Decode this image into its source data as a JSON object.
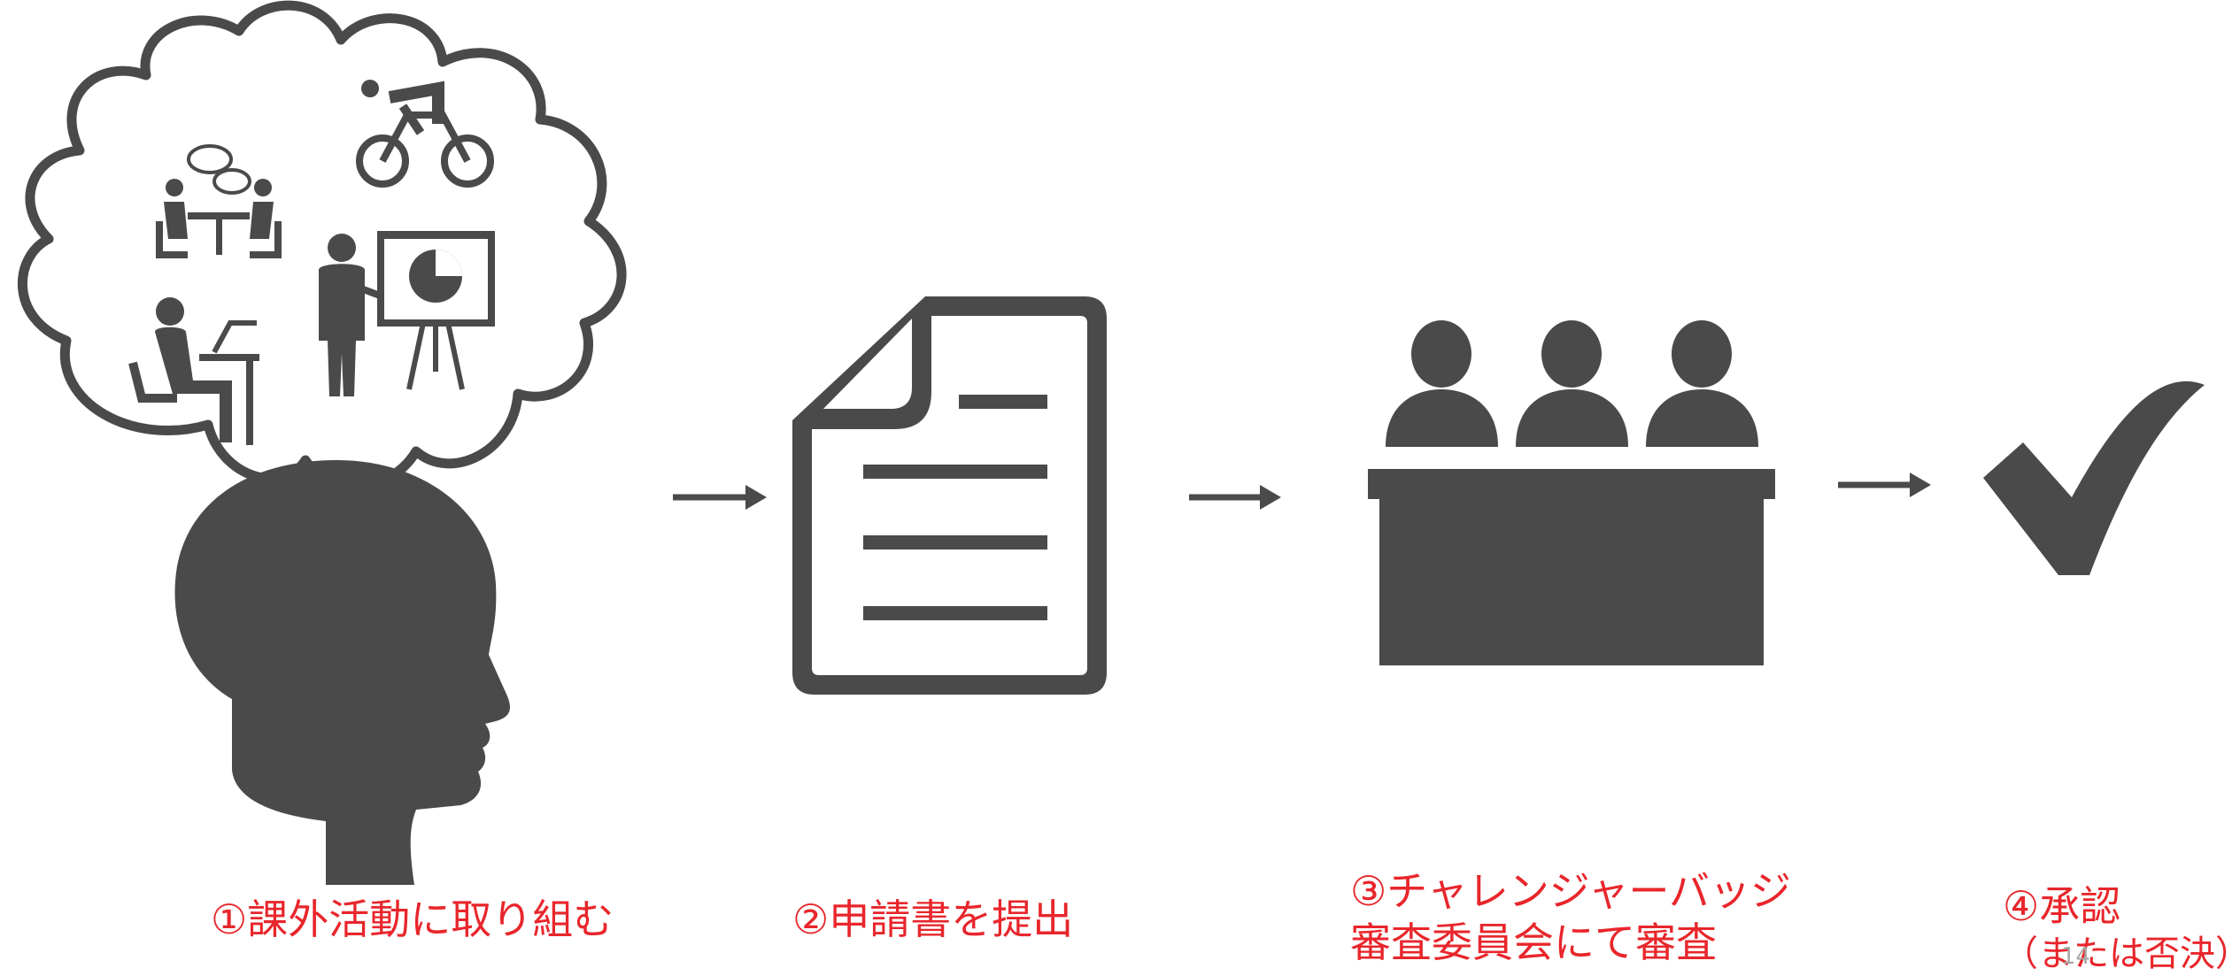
{
  "steps": [
    {
      "id": "step1",
      "label": "①課外活動に取り組む"
    },
    {
      "id": "step2",
      "label": "②申請書を提出"
    },
    {
      "id": "step3",
      "label_line1": "③チャレンジャーバッジ",
      "label_line2": "審査委員会にて審査"
    },
    {
      "id": "step4",
      "label": "④承認",
      "sublabel": "（または否決）"
    }
  ],
  "page_number": "14",
  "colors": {
    "icon": "#4a4a4a",
    "label": "#e8262b",
    "page_number": "#a6a6a6"
  },
  "icons": [
    "thought-cloud-icon",
    "bicycle-icon",
    "meeting-icon",
    "presentation-icon",
    "computer-desk-icon",
    "head-icon",
    "document-icon",
    "committee-icon",
    "checkmark-icon",
    "arrow-right-icon"
  ]
}
